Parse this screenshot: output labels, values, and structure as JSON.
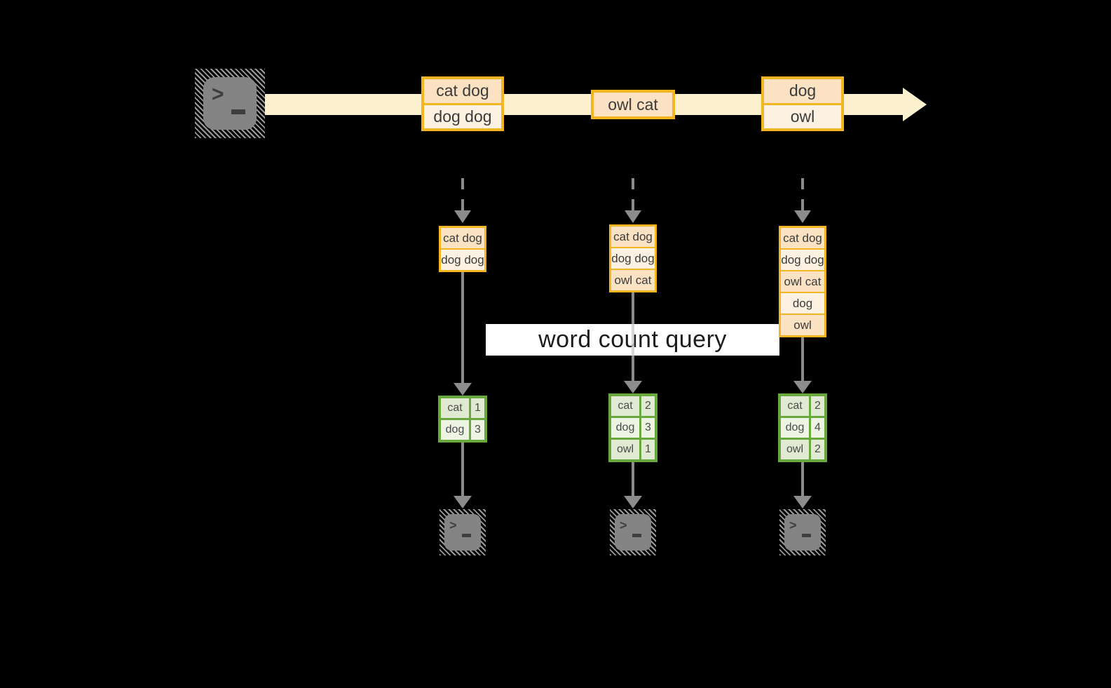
{
  "diagram": {
    "banner": {
      "label": "word count query"
    },
    "source": {
      "icon": "terminal-icon"
    },
    "stream_events": [
      {
        "cells": [
          "cat dog",
          "dog dog"
        ]
      },
      {
        "cells": [
          "owl cat"
        ]
      },
      {
        "cells": [
          "dog",
          "owl"
        ]
      }
    ],
    "buffers": [
      {
        "cells": [
          "cat dog",
          "dog dog"
        ]
      },
      {
        "cells": [
          "cat dog",
          "dog dog",
          "owl cat"
        ]
      },
      {
        "cells": [
          "cat dog",
          "dog dog",
          "owl cat",
          "dog",
          "owl"
        ]
      }
    ],
    "counts": [
      {
        "rows": [
          {
            "word": "cat",
            "count": "1"
          },
          {
            "word": "dog",
            "count": "3"
          }
        ]
      },
      {
        "rows": [
          {
            "word": "cat",
            "count": "2"
          },
          {
            "word": "dog",
            "count": "3"
          },
          {
            "word": "owl",
            "count": "1"
          }
        ]
      },
      {
        "rows": [
          {
            "word": "cat",
            "count": "2"
          },
          {
            "word": "dog",
            "count": "4"
          },
          {
            "word": "owl",
            "count": "2"
          }
        ]
      }
    ],
    "sinks": [
      {
        "icon": "terminal-icon"
      },
      {
        "icon": "terminal-icon"
      },
      {
        "icon": "terminal-icon"
      }
    ]
  },
  "colors": {
    "background": "#000000",
    "stream_band": "#fcf1cf",
    "box_border": "#f3b520",
    "cell_peach": "#fbe2c2",
    "cell_cream": "#fdf2e2",
    "table_border": "#69a83d",
    "table_row_dark": "#e0ead2",
    "table_row_light": "#edf4e4",
    "connector_gray": "#8c8c8c",
    "terminal_gray": "#848484",
    "banner_background": "#ffffff",
    "text": "#3b3b3b"
  }
}
